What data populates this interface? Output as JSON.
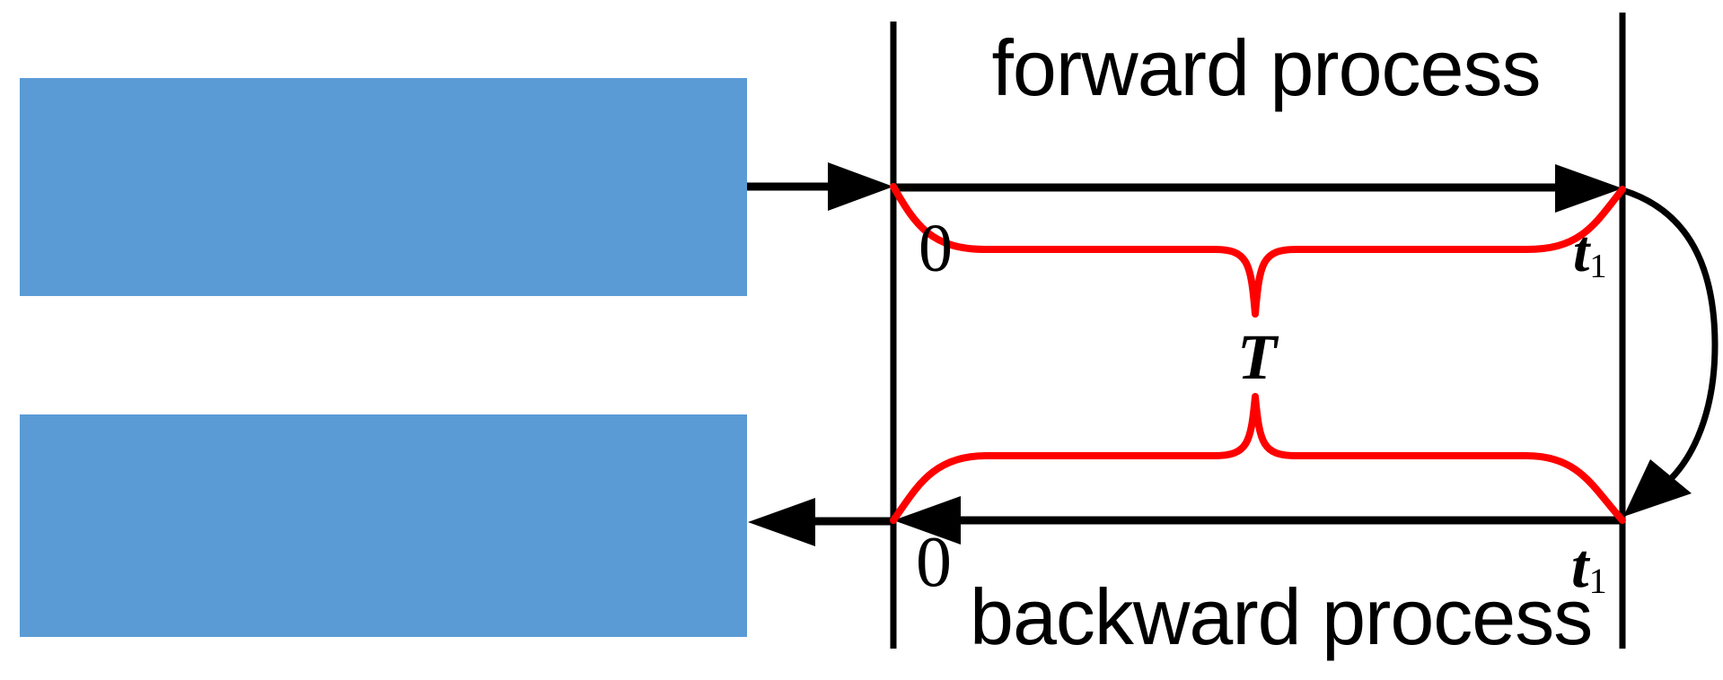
{
  "colors": {
    "block_blue": "#5b9bd5",
    "line_black": "#000000",
    "brace_red": "#ff0000",
    "text_black": "#000000"
  },
  "forward": {
    "title": "forward process",
    "start_label": "0",
    "end_label": "t",
    "end_sub": "1"
  },
  "backward": {
    "title": "backward process",
    "start_label": "0",
    "end_label": "t",
    "end_sub": "1"
  },
  "interval": {
    "label": "T"
  }
}
